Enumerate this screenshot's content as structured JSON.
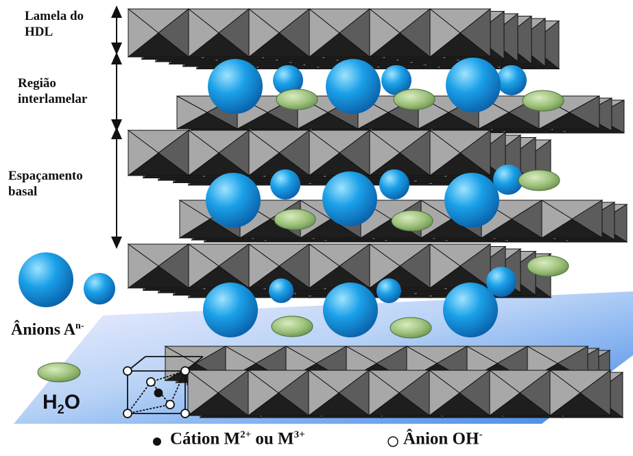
{
  "labels": {
    "lamela": [
      "Lamela do",
      "HDL"
    ],
    "regiao": [
      "Região",
      "interlamelar"
    ],
    "espacamento": [
      "Espaçamento",
      "basal"
    ]
  },
  "legend": {
    "anions_text": "Ânions A",
    "anions_sup": "n-",
    "h2o_h": "H",
    "h2o_sub": "2",
    "h2o_o": "O",
    "cation_text": "Cátion M",
    "cation_sup1": "2+",
    "cation_mid": " ou M",
    "cation_sup2": "3+",
    "anion_oh_text": "Ânion OH",
    "anion_oh_sup": "-"
  },
  "colors": {
    "octa_dark": "#1e1e1e",
    "octa_mid": "#5c5c5c",
    "octa_light": "#a8a8a8",
    "anion_blue": "#1aa0e8",
    "water_green": "#9cc07a",
    "plane_blue": "#4d8fe6"
  }
}
